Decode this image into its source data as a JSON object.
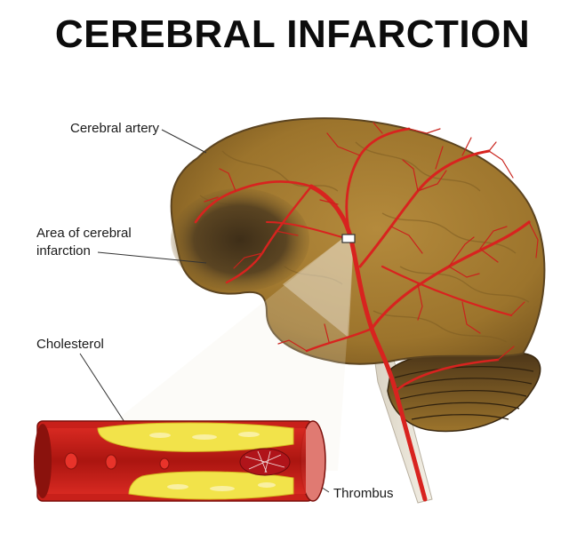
{
  "title": "CEREBRAL INFARCTION",
  "labels": {
    "cerebral_artery": "Cerebral artery",
    "infarction_line1": "Area of cerebral",
    "infarction_line2": "infarction",
    "cholesterol": "Cholesterol",
    "thrombus": "Thrombus"
  },
  "colors": {
    "brain": "#a07a2e",
    "brain_dark": "#5c4420",
    "artery": "#d8231f",
    "plaque": "#f2e34a",
    "vessel_wall": "#c8201a",
    "background": "#ffffff"
  }
}
